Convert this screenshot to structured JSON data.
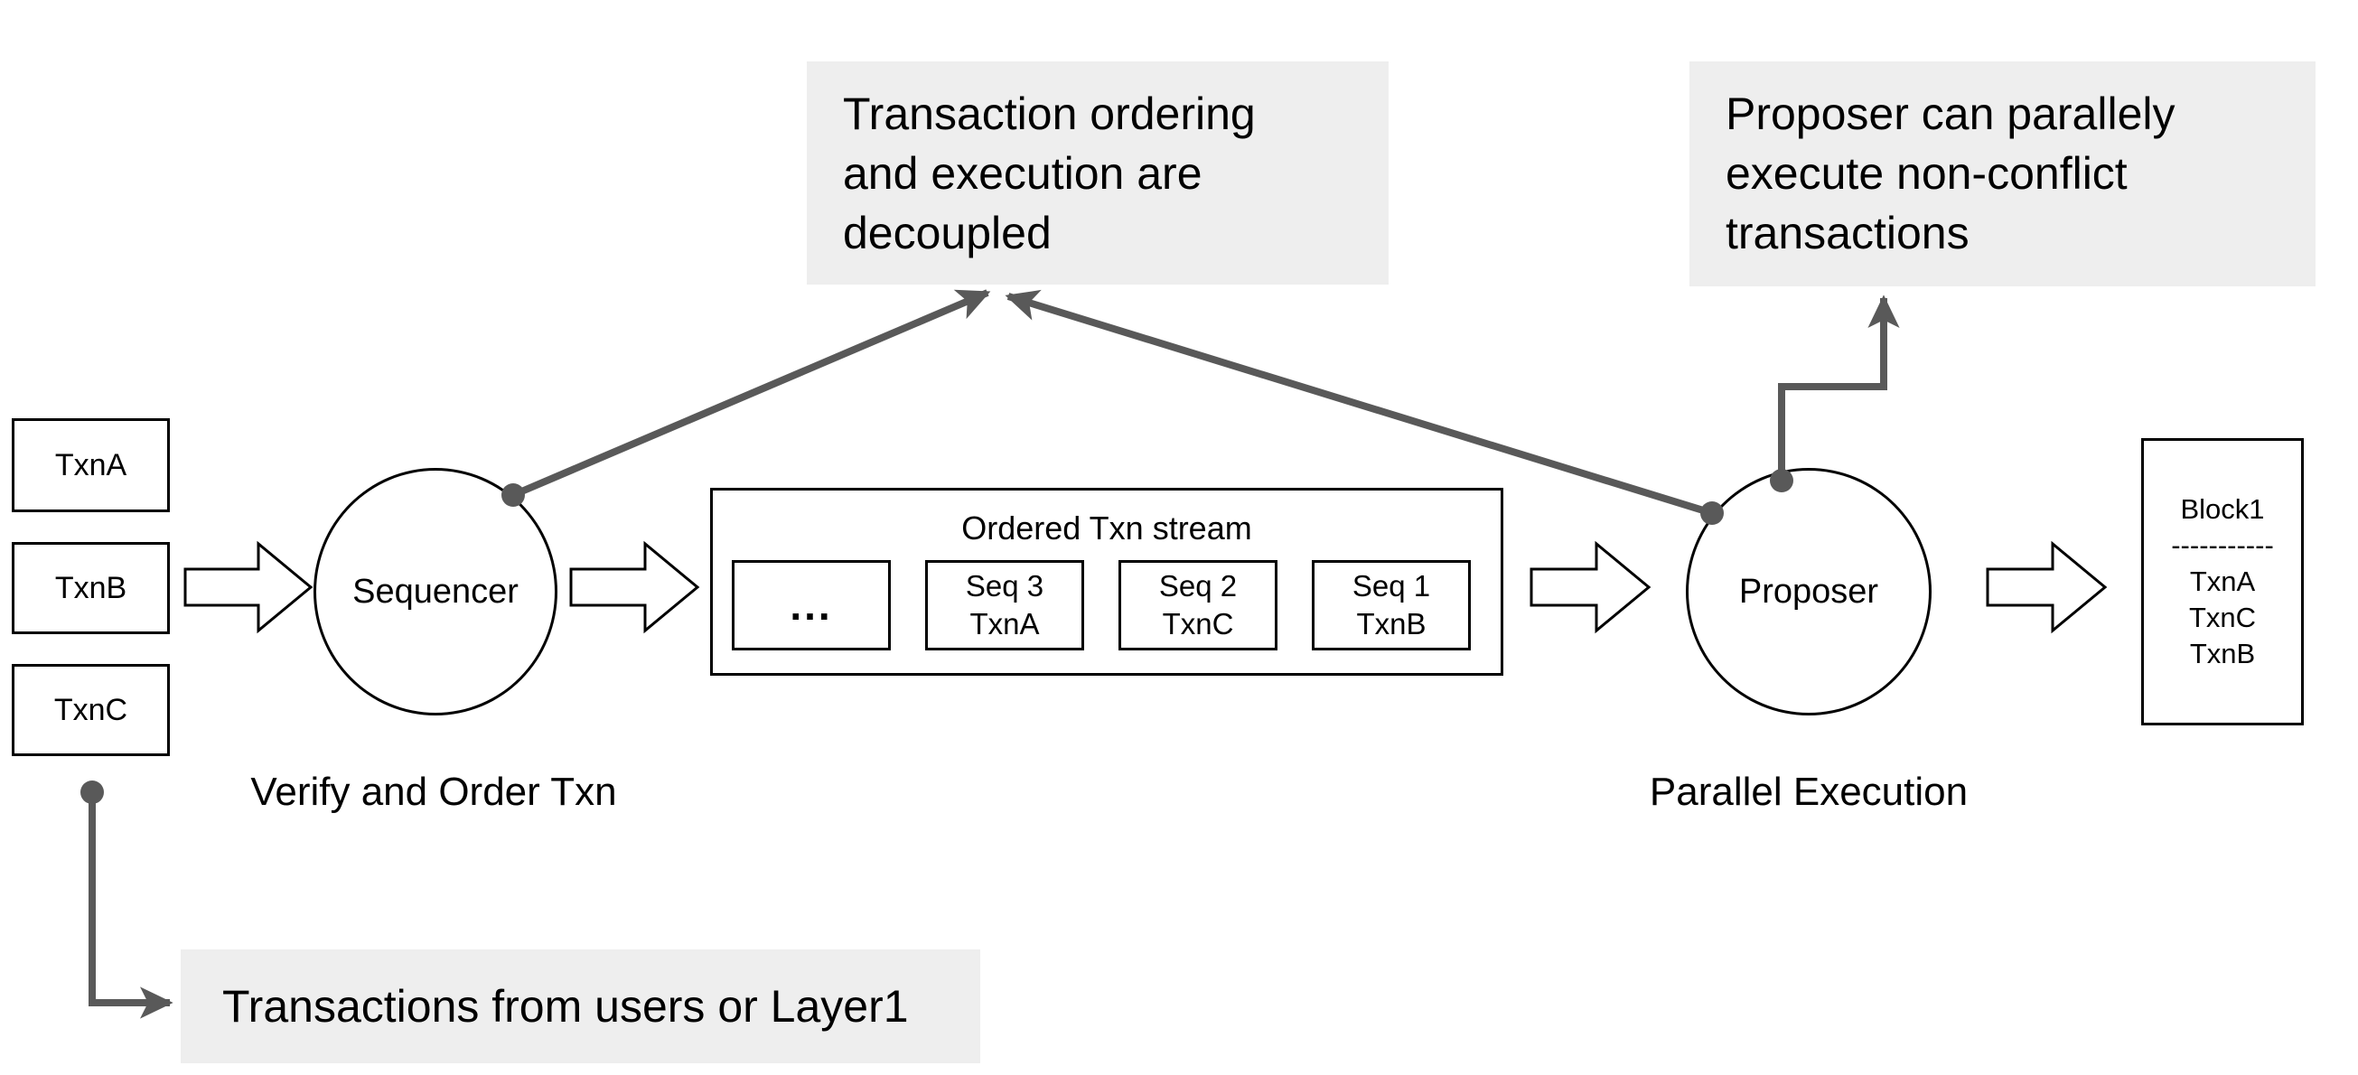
{
  "colors": {
    "connector": "#595959",
    "callout_bg": "#eeeeee",
    "ink": "#000000"
  },
  "inputs": [
    {
      "label": "TxnA"
    },
    {
      "label": "TxnB"
    },
    {
      "label": "TxnC"
    }
  ],
  "sequencer": {
    "label": "Sequencer",
    "caption": "Verify and Order Txn"
  },
  "proposer": {
    "label": "Proposer",
    "caption": "Parallel Execution"
  },
  "stream": {
    "title": "Ordered Txn stream",
    "ellipsis": "...",
    "items": [
      {
        "seq": "Seq 3",
        "txn": "TxnA"
      },
      {
        "seq": "Seq 2",
        "txn": "TxnC"
      },
      {
        "seq": "Seq 1",
        "txn": "TxnB"
      }
    ]
  },
  "block": {
    "title": "Block1",
    "divider": "-----------",
    "txns": [
      "TxnA",
      "TxnC",
      "TxnB"
    ]
  },
  "callouts": {
    "decoupled": {
      "lines": [
        "Transaction ordering",
        "and execution are",
        "decoupled"
      ]
    },
    "parallel_exec": {
      "lines": [
        "Proposer can parallely",
        "execute non-conflict",
        "transactions"
      ]
    },
    "source": {
      "text": "Transactions from users or Layer1"
    }
  }
}
